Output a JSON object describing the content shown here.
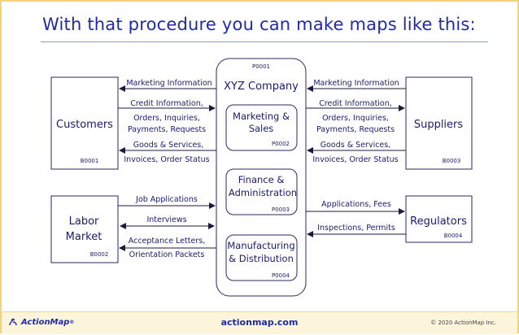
{
  "slide": {
    "title": "With that procedure you can make maps like this:"
  },
  "diagram": {
    "company": {
      "name": "XYZ Company",
      "code": "P0001"
    },
    "processes": [
      {
        "line1": "Marketing &",
        "line2": "Sales",
        "code": "P0002"
      },
      {
        "line1": "Finance &",
        "line2": "Administration",
        "code": "P0003"
      },
      {
        "line1": "Manufacturing",
        "line2": "& Distribution",
        "code": "P0004"
      }
    ],
    "entities": {
      "customers": {
        "name": "Customers",
        "code": "B0001"
      },
      "suppliers": {
        "name": "Suppliers",
        "code": "B0003"
      },
      "labor": {
        "line1": "Labor",
        "line2": "Market",
        "code": "B0002"
      },
      "regulators": {
        "name": "Regulators",
        "code": "B0004"
      }
    },
    "flows": {
      "cust_marketing": "Marketing Information",
      "cust_credit": [
        "Credit Information,",
        "Orders, Inquiries,",
        "Payments, Requests"
      ],
      "cust_goods": [
        "Goods & Services,",
        "Invoices, Order Status"
      ],
      "sup_marketing": "Marketing Information",
      "sup_credit": [
        "Credit Information,",
        "Orders, Inquiries,",
        "Payments, Requests"
      ],
      "sup_goods": [
        "Goods & Services,",
        "Invoices, Order Status"
      ],
      "labor_jobs": "Job Applications",
      "labor_interviews": "Interviews",
      "labor_accept": [
        "Acceptance Letters,",
        "Orientation Packets"
      ],
      "reg_apps": "Applications, Fees",
      "reg_inspect": "Inspections, Permits"
    }
  },
  "footer": {
    "brand": "ActionMap",
    "brand_mark": "®",
    "site": "actionmap.com",
    "copyright": "© 2020 ActionMap Inc."
  },
  "colors": {
    "title": "#1f2aa8",
    "text": "#1a1a6e",
    "border": "#2a2a5e",
    "frame": "#f2d27a"
  }
}
